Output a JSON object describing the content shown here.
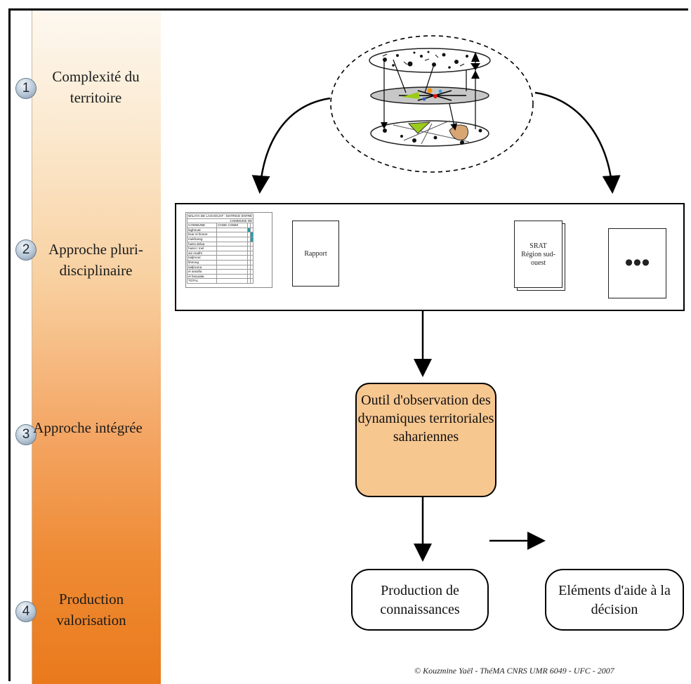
{
  "stages": [
    {
      "number": "1",
      "label": "Complexité du territoire"
    },
    {
      "number": "2",
      "label": "Approche pluri-disciplinaire"
    },
    {
      "number": "3",
      "label": "Approche intégrée"
    },
    {
      "number": "4",
      "label": "Production valorisation"
    }
  ],
  "sources": {
    "spreadsheet": {
      "title": "WILAYA DE LAGHOUAT : MATRICE ENTRE",
      "subtitle": "COMMUNE DE",
      "headers": [
        "COMMUNE",
        "CODE COMM"
      ],
      "rows": [
        "laghouat",
        "ksar el hirane",
        "mekhareg",
        "hassi delaa",
        "hassi r mel",
        "ain madhi",
        "tadjmout",
        "kheneg",
        "tadjrouna",
        "el assafia",
        "el haouaita",
        "TOTAL"
      ]
    },
    "report_label": "Rapport",
    "srat_label": "SRAT Région sud-ouest",
    "more_label": "•••"
  },
  "tool_label": "Outil d'observation des dynamiques territoriales sahariennes",
  "outputs": {
    "knowledge": "Production de connaissances",
    "decision": "Eléments d'aide à la décision"
  },
  "credit": "© Kouzmine Yaël - ThéMA CNRS UMR 6049 - UFC - 2007",
  "colors": {
    "band_top": "#fdf8f0",
    "band_bottom": "#ea7a1c",
    "tool_fill": "#f7c790"
  }
}
